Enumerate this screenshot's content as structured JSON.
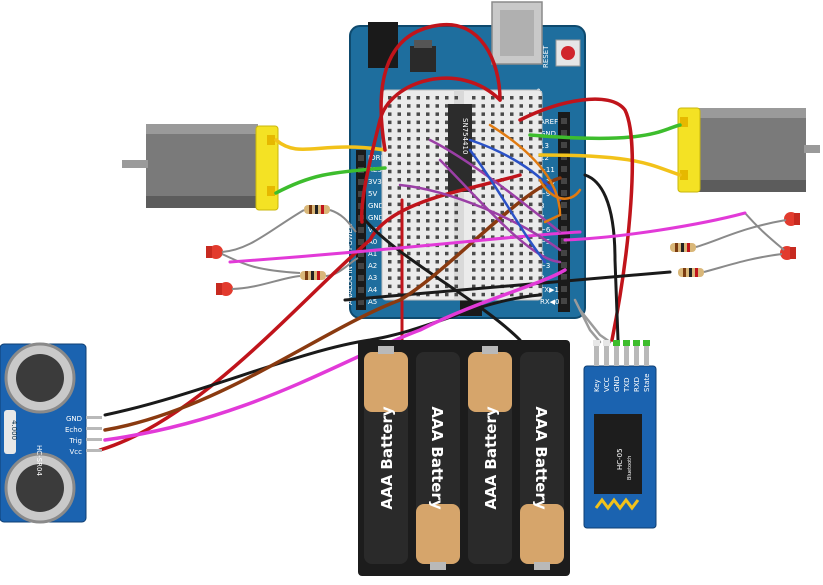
{
  "arduino": {
    "reset_label": "RESET",
    "icsp_label": "ICSP",
    "chip_label": "SN754410",
    "pins_right": [
      "AREF",
      "GND",
      "13",
      "12",
      "~11",
      "~10",
      "~9",
      "8",
      "7",
      "~6",
      "~5",
      "4",
      "~3",
      "2",
      "TX▶1",
      "RX◀0"
    ],
    "pins_left": [
      "IOREF",
      "RESET",
      "3V3",
      "5V",
      "GND",
      "GND",
      "VIN",
      "A0",
      "A1",
      "A2",
      "A3",
      "A4",
      "A5"
    ],
    "power_label": "POWER",
    "analog_label": "ANALOG IN"
  },
  "battery": {
    "cells": [
      "AAA Battery",
      "AAA Battery",
      "AAA Battery",
      "AAA Battery"
    ]
  },
  "ultrasonic": {
    "model": "HC-SR04",
    "pins": [
      "GND",
      "Echo",
      "Trig",
      "Vcc"
    ],
    "crystal": "4.000"
  },
  "bluetooth": {
    "model": "HC-05",
    "sub": "Bluetooth",
    "pins": [
      "Key",
      "VCC",
      "GND",
      "TXD",
      "RXD",
      "State"
    ]
  },
  "colors": {
    "board": "#1e6e9e",
    "battery_gold": "#d6a56b",
    "wire_red": "#c0141b",
    "wire_magenta": "#e23ad8",
    "wire_green": "#3dbd2d",
    "wire_yellow": "#f2c21a",
    "wire_brown": "#8a3a10",
    "wire_orange": "#e07a10",
    "wire_purple": "#9b3fa6"
  }
}
